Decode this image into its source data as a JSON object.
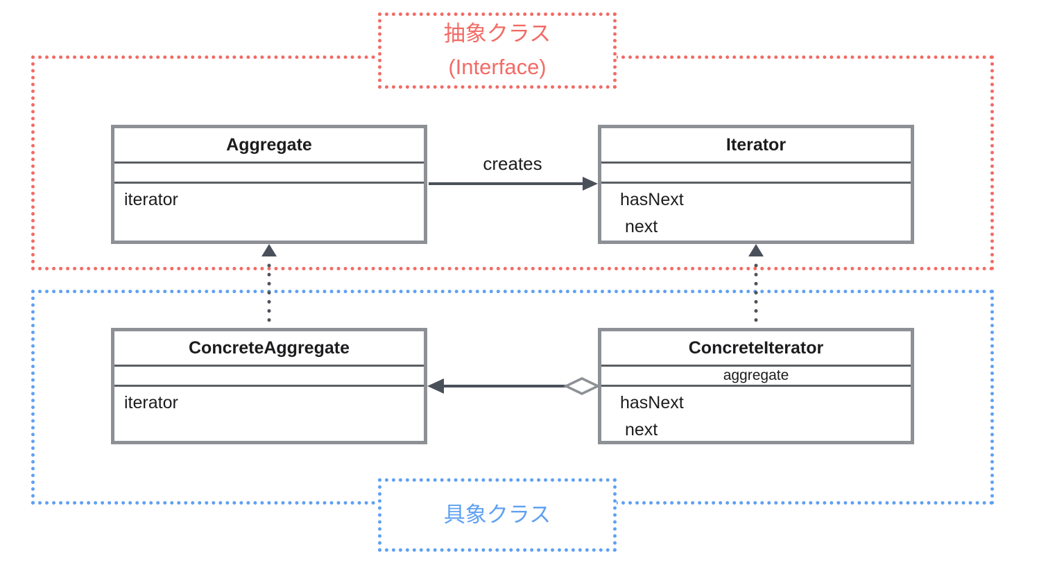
{
  "colors": {
    "abstract_region": "#F26B66",
    "concrete_region": "#5FA1F2",
    "class_box_border": "#8D9095",
    "class_box_divider": "#5A5E63",
    "arrow": "#49505A",
    "dotted_line": "#4D525A",
    "diamond_border": "#8D9095",
    "text": "#1C1C1E"
  },
  "regions": {
    "abstract": {
      "label_line1": "抽象クラス",
      "label_line2": "(Interface)",
      "border_color": "#F26B66"
    },
    "concrete": {
      "label": "具象クラス",
      "border_color": "#5FA1F2"
    }
  },
  "classes": {
    "aggregate": {
      "title": "Aggregate",
      "attributes": [],
      "methods": [
        "iterator"
      ]
    },
    "iterator": {
      "title": "Iterator",
      "attributes": [],
      "methods": [
        "hasNext",
        "next"
      ]
    },
    "concrete_aggregate": {
      "title": "ConcreteAggregate",
      "attributes": [],
      "methods": [
        "iterator"
      ]
    },
    "concrete_iterator": {
      "title": "ConcreteIterator",
      "attributes": [
        "aggregate"
      ],
      "methods": [
        "hasNext",
        "next"
      ]
    }
  },
  "relations": {
    "creates": {
      "type": "association",
      "label": "creates",
      "from": "Aggregate",
      "to": "Iterator"
    },
    "aggregation": {
      "type": "aggregation",
      "from": "ConcreteIterator",
      "to": "ConcreteAggregate"
    },
    "realization_left": {
      "type": "realization",
      "from": "ConcreteAggregate",
      "to": "Aggregate"
    },
    "realization_right": {
      "type": "realization",
      "from": "ConcreteIterator",
      "to": "Iterator"
    }
  }
}
